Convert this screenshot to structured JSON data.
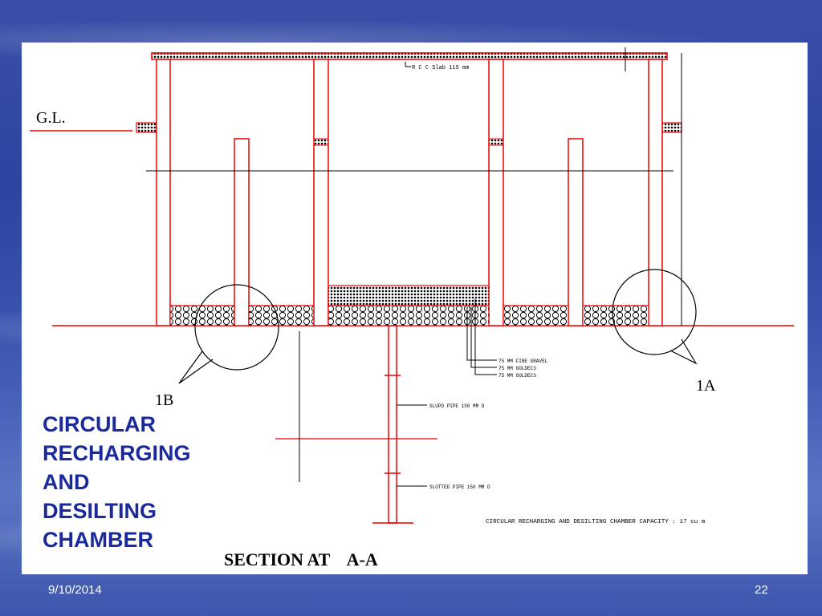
{
  "slide": {
    "title_lines": [
      "CIRCULAR",
      "RECHARGING",
      "AND",
      "DESILTING",
      "CHAMBER"
    ],
    "footer_date": "9/10/2014",
    "footer_page": "22"
  },
  "drawing": {
    "gl_label": "G.L.",
    "detail_1a": "1A",
    "detail_1b": "1B",
    "section_label": "SECTION AT    A-A",
    "slab_note": "R C C Slab 115 mm",
    "layer_notes": [
      "75 MM FINE GRAVEL",
      "75 MM GOLDEC3",
      "75 MM GOLDEC3"
    ],
    "pipe_note_upper": "SLUPD PIPE 150 MM D",
    "pipe_note_lower": "SLOTTED PIPE 150 MM D",
    "capacity_note": "CIRCULAR RECHARGING AND DESILTING CHAMBER CAPACITY : 17 cu m"
  }
}
